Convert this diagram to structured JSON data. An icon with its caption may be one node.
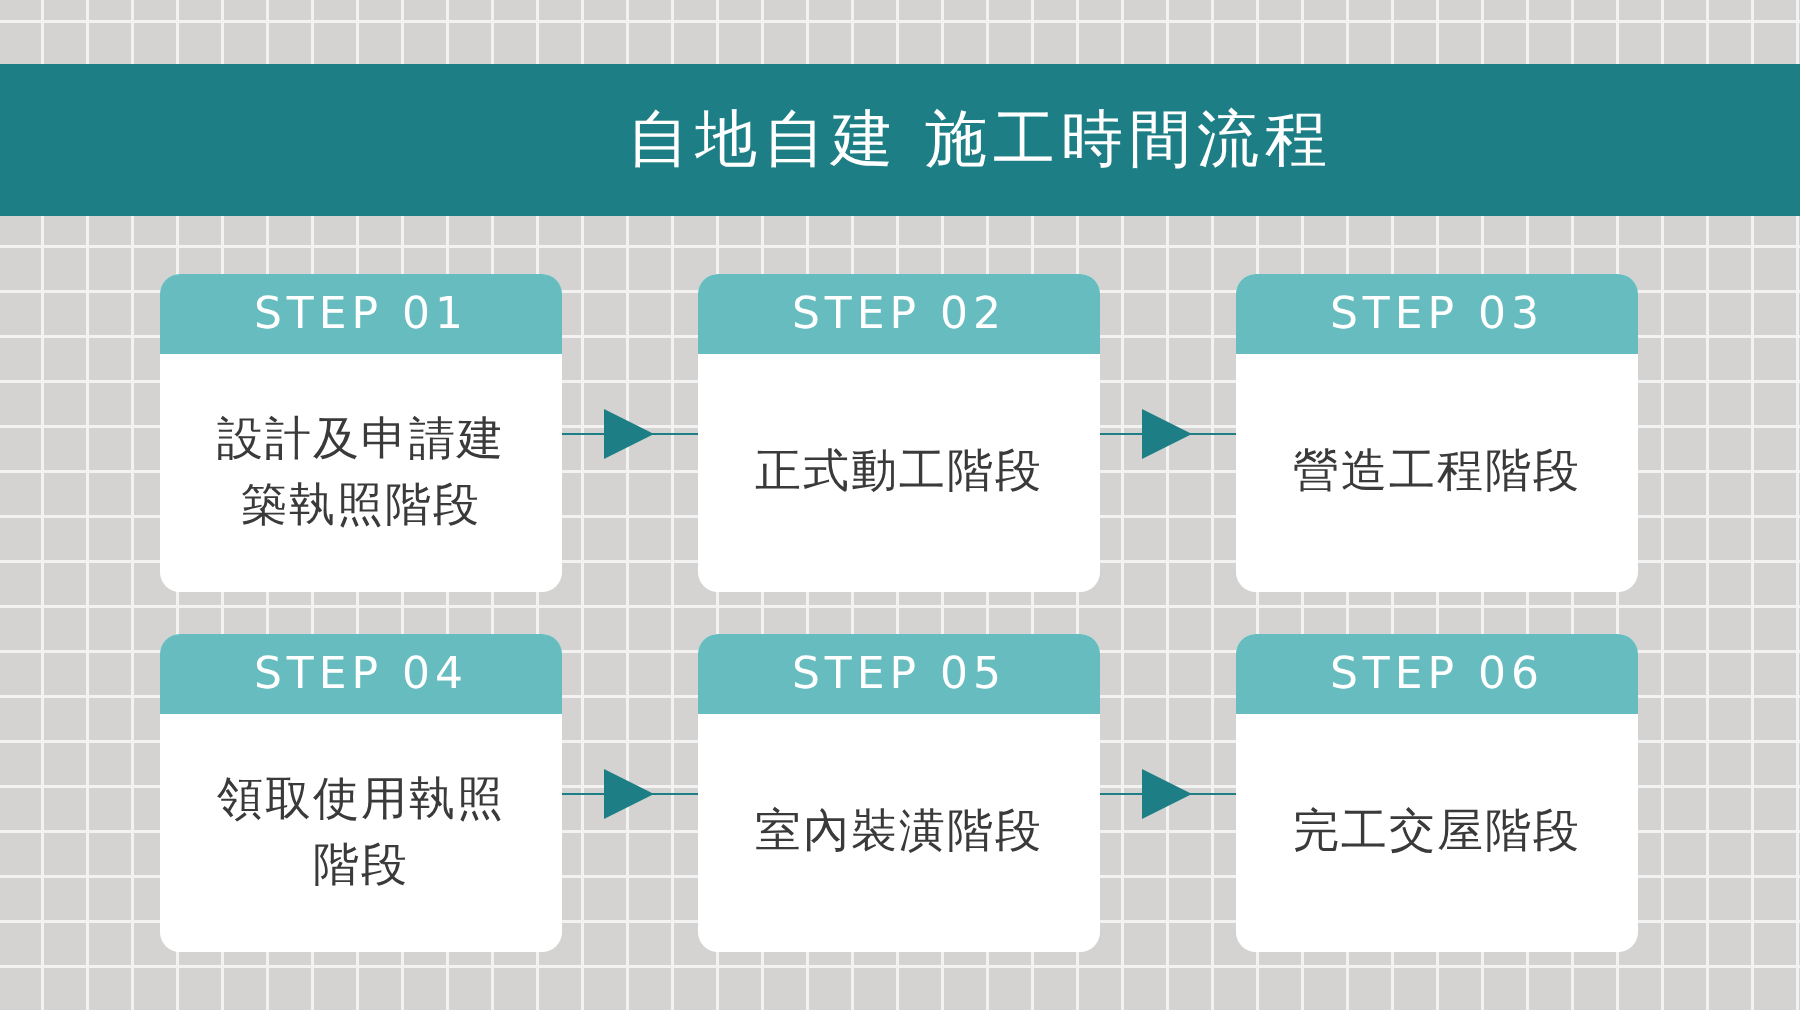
{
  "diagram": {
    "title": "自地自建 施工時間流程",
    "nodes": [
      {
        "text": [
          "STEP 01",
          "設計及申請建築執照階段"
        ]
      },
      {
        "text": [
          "STEP 02",
          "正式動工階段"
        ]
      },
      {
        "text": [
          "STEP 03",
          "營造工程階段"
        ]
      },
      {
        "text": [
          "STEP 04",
          "領取使用執照階段"
        ]
      },
      {
        "text": [
          "STEP 05",
          "室內裝潢階段"
        ]
      },
      {
        "text": [
          "STEP 06",
          "完工交屋階段"
        ]
      }
    ],
    "edges": [
      {
        "from": 0,
        "to": 1,
        "arrow": "to"
      },
      {
        "from": 1,
        "to": 2,
        "arrow": "to"
      },
      {
        "from": 3,
        "to": 4,
        "arrow": "to"
      },
      {
        "from": 4,
        "to": 5,
        "arrow": "to"
      }
    ]
  }
}
